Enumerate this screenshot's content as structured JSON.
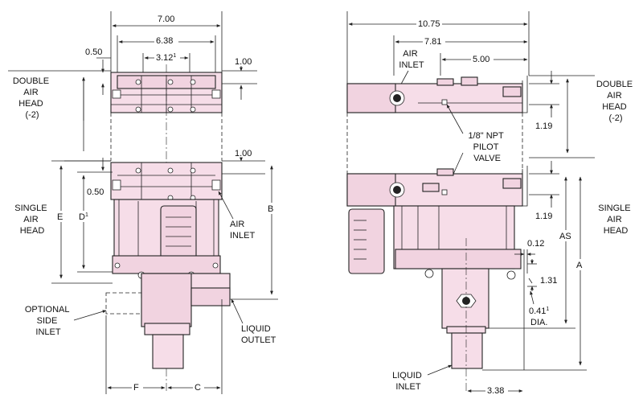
{
  "left_view": {
    "dims": {
      "width_7": "7.00",
      "width_638": "6.38",
      "width_312": "3.12",
      "width_312_sup": "1",
      "top_050": "0.50",
      "top_100": "1.00",
      "mid_100": "1.00",
      "mid_050": "0.50",
      "e": "E",
      "d": "D",
      "d_sup": "1",
      "b": "B",
      "f": "F",
      "c": "C"
    },
    "labels": {
      "double_air_head": [
        "DOUBLE",
        "AIR",
        "HEAD",
        "(-2)"
      ],
      "single_air_head": [
        "SINGLE",
        "AIR",
        "HEAD"
      ],
      "air_inlet": [
        "AIR",
        "INLET"
      ],
      "optional_side_inlet": [
        "OPTIONAL",
        "SIDE",
        "INLET"
      ],
      "liquid_outlet": [
        "LIQUID",
        "OUTLET"
      ]
    }
  },
  "right_view": {
    "dims": {
      "width_1075": "10.75",
      "width_781": "7.81",
      "width_500": "5.00",
      "h_119_top": "1.19",
      "h_119_mid": "1.19",
      "d_012": "0.12",
      "d_131": "1.31",
      "d_041": "0.41",
      "d_041_sup": "1",
      "dia": "DIA.",
      "as": "AS",
      "a": "A",
      "d_338": "3.38"
    },
    "labels": {
      "air_inlet": [
        "AIR",
        "INLET"
      ],
      "pilot_valve": [
        "1/8\" NPT",
        "PILOT",
        "VALVE"
      ],
      "double_air_head": [
        "DOUBLE",
        "AIR",
        "HEAD",
        "(-2)"
      ],
      "single_air_head": [
        "SINGLE",
        "AIR",
        "HEAD"
      ],
      "liquid_inlet": [
        "LIQUID",
        "INLET"
      ]
    }
  }
}
